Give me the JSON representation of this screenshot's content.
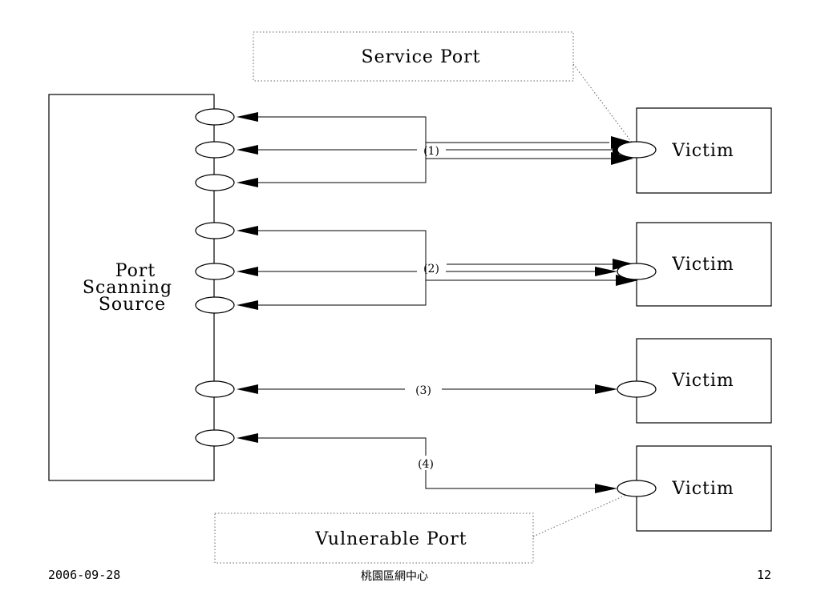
{
  "labels": {
    "service_port": "Service Port",
    "vulnerable_port": "Vulnerable Port",
    "source_line1": "Port",
    "source_line2": "Scanning",
    "source_line3": "Source",
    "victim": "Victim",
    "step1": "(1)",
    "step2": "(2)",
    "step3": "(3)",
    "step4": "(4)"
  },
  "footer": {
    "date": "2006-09-28",
    "organization": "桃園區網中心",
    "page": "12"
  }
}
